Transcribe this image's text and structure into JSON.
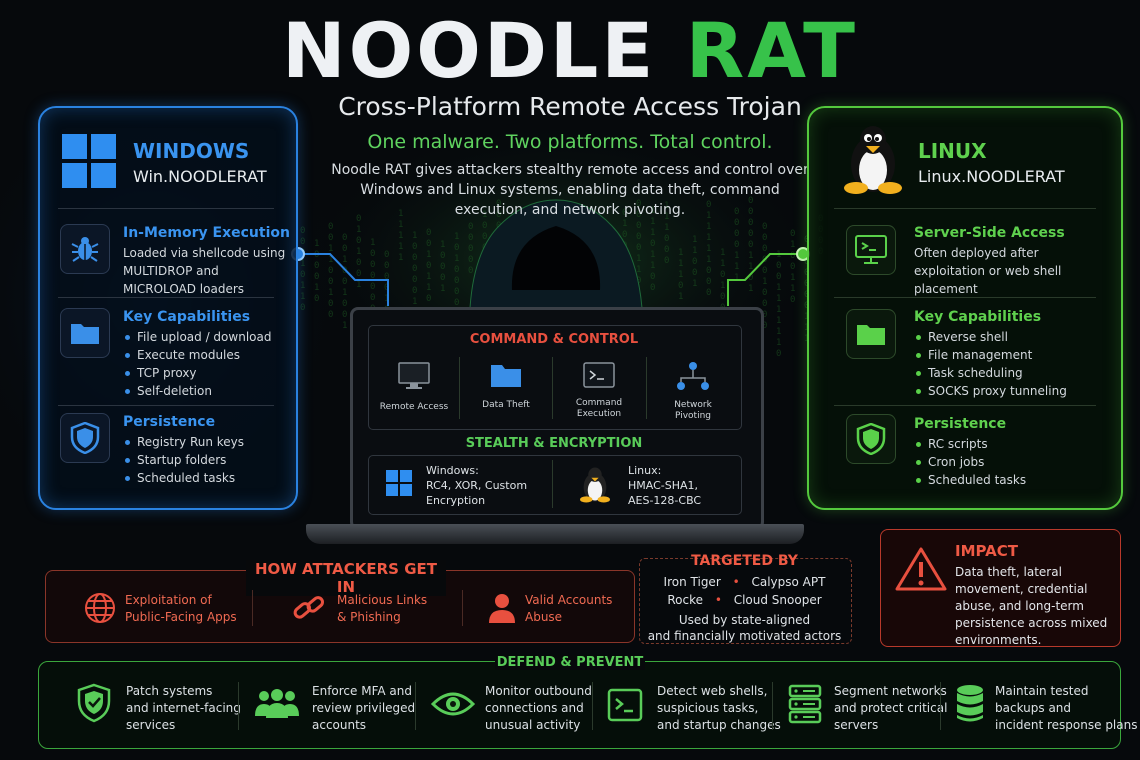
{
  "header": {
    "title_main": "NOODLE",
    "title_accent": "RAT",
    "subtitle": "Cross-Platform Remote Access Trojan",
    "tagline": "One malware. Two platforms. Total control.",
    "description": "Noodle RAT gives attackers stealthy remote access and control over Windows and Linux systems, enabling data theft, command execution, and network pivoting."
  },
  "colors": {
    "windows": "#2a82e0",
    "linux": "#54c93d",
    "danger": "#ef5a45",
    "bg": "#06090c"
  },
  "windows": {
    "platform": "WINDOWS",
    "variant": "Win.NOODLERAT",
    "sections": [
      {
        "icon": "bug-icon",
        "title": "In-Memory Execution",
        "body": "Loaded via shellcode using MULTIDROP and MICROLOAD loaders"
      },
      {
        "icon": "folder-icon",
        "title": "Key Capabilities",
        "items": [
          "File upload / download",
          "Execute modules",
          "TCP proxy",
          "Self-deletion"
        ]
      },
      {
        "icon": "shield-icon",
        "title": "Persistence",
        "items": [
          "Registry Run keys",
          "Startup folders",
          "Scheduled tasks"
        ]
      }
    ]
  },
  "linux": {
    "platform": "LINUX",
    "variant": "Linux.NOODLERAT",
    "sections": [
      {
        "icon": "terminal-icon",
        "title": "Server-Side Access",
        "body": "Often deployed after exploitation or web shell placement"
      },
      {
        "icon": "folder-icon",
        "title": "Key Capabilities",
        "items": [
          "Reverse shell",
          "File management",
          "Task scheduling",
          "SOCKS proxy tunneling"
        ]
      },
      {
        "icon": "shield-icon",
        "title": "Persistence",
        "items": [
          "RC scripts",
          "Cron jobs",
          "Scheduled tasks"
        ]
      }
    ]
  },
  "laptop": {
    "cc_title": "COMMAND & CONTROL",
    "cc_items": [
      {
        "icon": "monitor-icon",
        "label": "Remote Access"
      },
      {
        "icon": "folder-icon",
        "label": "Data Theft"
      },
      {
        "icon": "terminal-icon",
        "label": "Command Execution"
      },
      {
        "icon": "network-icon",
        "label": "Network Pivoting"
      }
    ],
    "stealth_title": "STEALTH & ENCRYPTION",
    "windows_enc_1": "Windows:",
    "windows_enc_2": "RC4, XOR, Custom",
    "windows_enc_3": "Encryption",
    "linux_enc_1": "Linux:",
    "linux_enc_2": "HMAC-SHA1,",
    "linux_enc_3": "AES-128-CBC"
  },
  "how_in": {
    "title": "HOW ATTACKERS GET IN",
    "items": [
      {
        "icon": "globe-icon",
        "line1": "Exploitation of",
        "line2": "Public-Facing Apps"
      },
      {
        "icon": "link-icon",
        "line1": "Malicious Links",
        "line2": "& Phishing"
      },
      {
        "icon": "user-icon",
        "line1": "Valid Accounts",
        "line2": "Abuse"
      }
    ]
  },
  "targeted": {
    "title": "TARGETED BY",
    "actor1": "Iron Tiger",
    "actor2": "Calypso APT",
    "actor3": "Rocke",
    "actor4": "Cloud Snooper",
    "note1": "Used by state-aligned",
    "note2": "and financially motivated actors"
  },
  "impact": {
    "title": "IMPACT",
    "text": "Data theft, lateral movement, credential abuse, and long-term persistence across mixed environments."
  },
  "defend": {
    "title": "DEFEND & PREVENT",
    "items": [
      {
        "icon": "shield-check-icon",
        "l1": "Patch systems",
        "l2": "and internet-facing",
        "l3": "services"
      },
      {
        "icon": "users-icon",
        "l1": "Enforce MFA and",
        "l2": "review privileged",
        "l3": "accounts"
      },
      {
        "icon": "eye-icon",
        "l1": "Monitor outbound",
        "l2": "connections and",
        "l3": "unusual activity"
      },
      {
        "icon": "terminal-icon",
        "l1": "Detect web shells,",
        "l2": "suspicious tasks,",
        "l3": "and startup changes"
      },
      {
        "icon": "server-icon",
        "l1": "Segment networks",
        "l2": "and protect critical",
        "l3": "servers"
      },
      {
        "icon": "database-icon",
        "l1": "Maintain tested",
        "l2": "backups and",
        "l3": "incident response plans"
      }
    ]
  }
}
